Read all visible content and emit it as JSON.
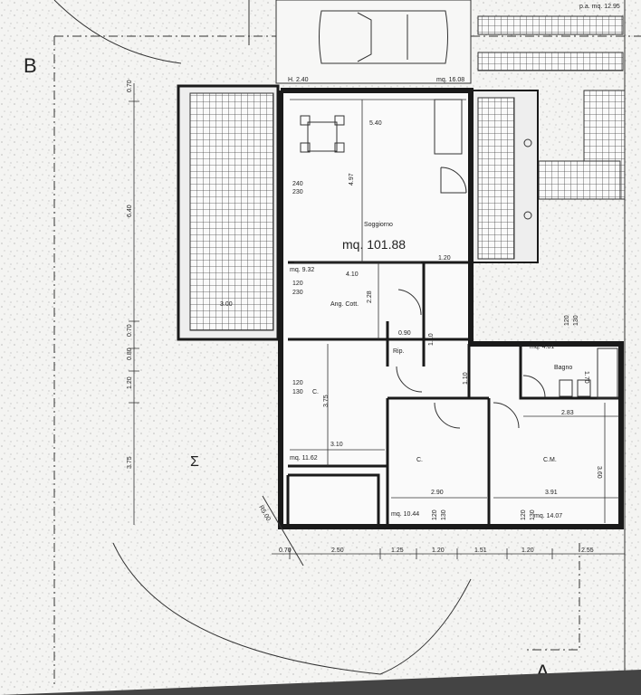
{
  "labels": {
    "section_b": "B",
    "section_a": "A",
    "area_total": "mq. 101.88",
    "soggiorno": "Soggiorno",
    "ang_cott": "Ang. Cott.",
    "rip": "Rip.",
    "bagno": "Bagno",
    "c_room": "C.",
    "cm_room": "C.M.",
    "c_room2": "C.",
    "area_terrace": "p.a. mq. 12.95",
    "h_label": "H. 2.40",
    "area_garden": "mq. 16.08",
    "area_kitchen": "mq. 9.32",
    "area_bath": "mq. 4.81",
    "area_bed1": "mq. 11.62",
    "area_bed2": "mq. 10.44",
    "area_bed3": "mq. 14.07",
    "garden_symbol": "Σ",
    "diag_dim": "R5.00"
  },
  "dims": {
    "d540": "5.40",
    "d497": "4.97",
    "d240_230": [
      "240",
      "230"
    ],
    "d300": "3.00",
    "d410": "4.10",
    "d228": "2.28",
    "d120_230": [
      "120",
      "230"
    ],
    "d120": "1.20",
    "d090": "0.90",
    "d110a": "1.10",
    "d110b": "1.10",
    "d375": "3.75",
    "d120_130": [
      "120",
      "130"
    ],
    "d310": "3.10",
    "d290": "2.90",
    "d391": "3.91",
    "d283": "2.83",
    "d360": "3.60",
    "d170": "1.70",
    "d120_130b": [
      "120",
      "130"
    ],
    "d120_130c": [
      "120",
      "130"
    ],
    "d120_130d": [
      "120",
      "130"
    ],
    "left_070a": "0.70",
    "left_640": "6.40",
    "left_070b": "0.70",
    "left_080": "0.80",
    "left_120": "1.20",
    "left_375": "3.75",
    "bottom": [
      "0.70",
      "2.50",
      "1.25",
      "1.20",
      "1.51",
      "1.20",
      "2.55"
    ]
  }
}
